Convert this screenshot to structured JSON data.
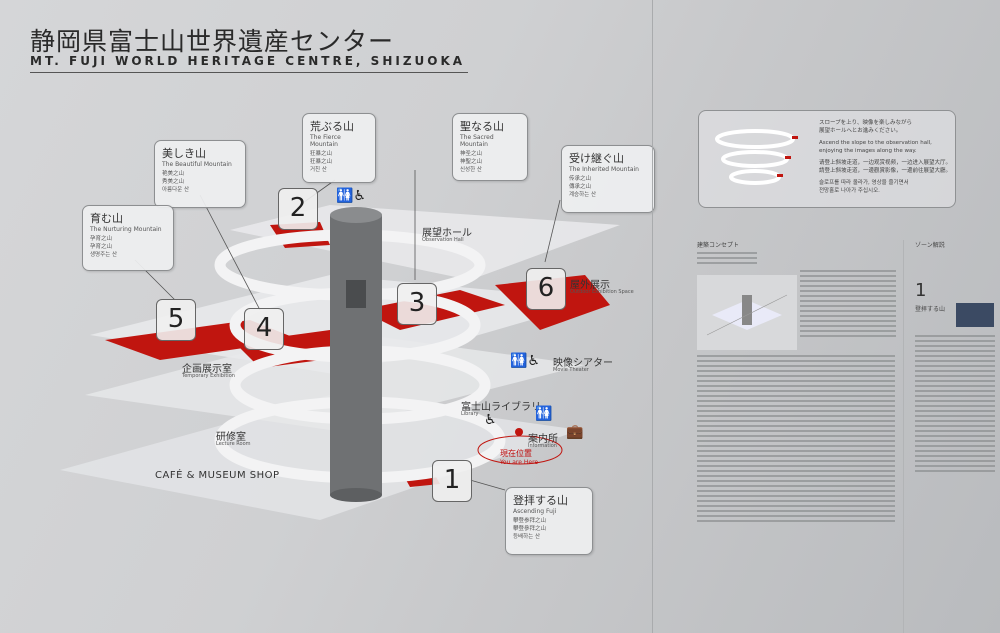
{
  "title": {
    "jp": "静岡県富士山世界遺産センター",
    "en": "MT. FUJI WORLD HERITAGE CENTRE, SHIZUOKA"
  },
  "callouts": {
    "fierce": {
      "jp": "荒ぶる山",
      "en": "The Fierce Mountain",
      "lines": [
        "狂暴之山",
        "狂暴之山",
        "거친 산"
      ]
    },
    "beautiful": {
      "jp": "美しき山",
      "en": "The Beautiful Mountain",
      "lines": [
        "艳美之山",
        "秀美之山",
        "아름다운 산"
      ]
    },
    "sacred": {
      "jp": "聖なる山",
      "en": "The Sacred Mountain",
      "lines": [
        "神圣之山",
        "神聖之山",
        "신성한 산"
      ]
    },
    "inherited": {
      "jp": "受け継ぐ山",
      "en": "The Inherited Mountain",
      "lines": [
        "传承之山",
        "傳承之山",
        "계승하는 산"
      ]
    },
    "nurturing": {
      "jp": "育む山",
      "en": "The Nurturing Mountain",
      "lines": [
        "孕育之山",
        "孕育之山",
        "생명주는 산"
      ]
    },
    "ascending": {
      "jp": "登拝する山",
      "en": "Ascending Fuji",
      "lines": [
        "攀登参拜之山",
        "攀登參拜之山",
        "등배하는 산"
      ]
    }
  },
  "numbers": [
    "1",
    "2",
    "3",
    "4",
    "5",
    "6"
  ],
  "zones": {
    "observation": {
      "jp": "展望ホール",
      "en": "Observation Hall"
    },
    "outdoor": {
      "jp": "屋外展示",
      "en": "Outdoor Exhibition Space"
    },
    "temporary": {
      "jp": "企画展示室",
      "en": "Temporary Exhibition"
    },
    "theater": {
      "jp": "映像シアター",
      "en": "Movie Theater"
    },
    "library": {
      "jp": "富士山ライブラリー",
      "en": "Library"
    },
    "information": {
      "jp": "案内所",
      "en": "Information"
    },
    "lecture": {
      "jp": "研修室",
      "en": "Lecture Room"
    },
    "cafe": {
      "jp": "CAFÉ & MUSEUM SHOP",
      "en": ""
    },
    "here": {
      "jp": "現在位置",
      "en": "You are Here"
    }
  },
  "info": {
    "jp1": "スロープを上り、映像を楽しみながら",
    "jp2": "展望ホールへとお進みください。",
    "en1": "Ascend the slope to the observation hall,",
    "en2": "enjoying the images along the way.",
    "zh1": "请登上斜坡走道，一边观赏视频，一边进入展望大厅。",
    "zh2": "請登上斜坡走道，一邊觀賞影像，一邊前往展望大廳。",
    "ko1": "슬로프를 따라 올라가, 영상을 즐기면서",
    "ko2": "전망홀로 나아가 주십시오."
  },
  "side": {
    "concept": "建築コンセプト",
    "zone": "ゾーン解説",
    "zone_num": "1",
    "zone_title": "登拝する山"
  },
  "colors": {
    "accent": "#c0150f",
    "tower": "#707274",
    "floor": "#e4e5e7"
  }
}
